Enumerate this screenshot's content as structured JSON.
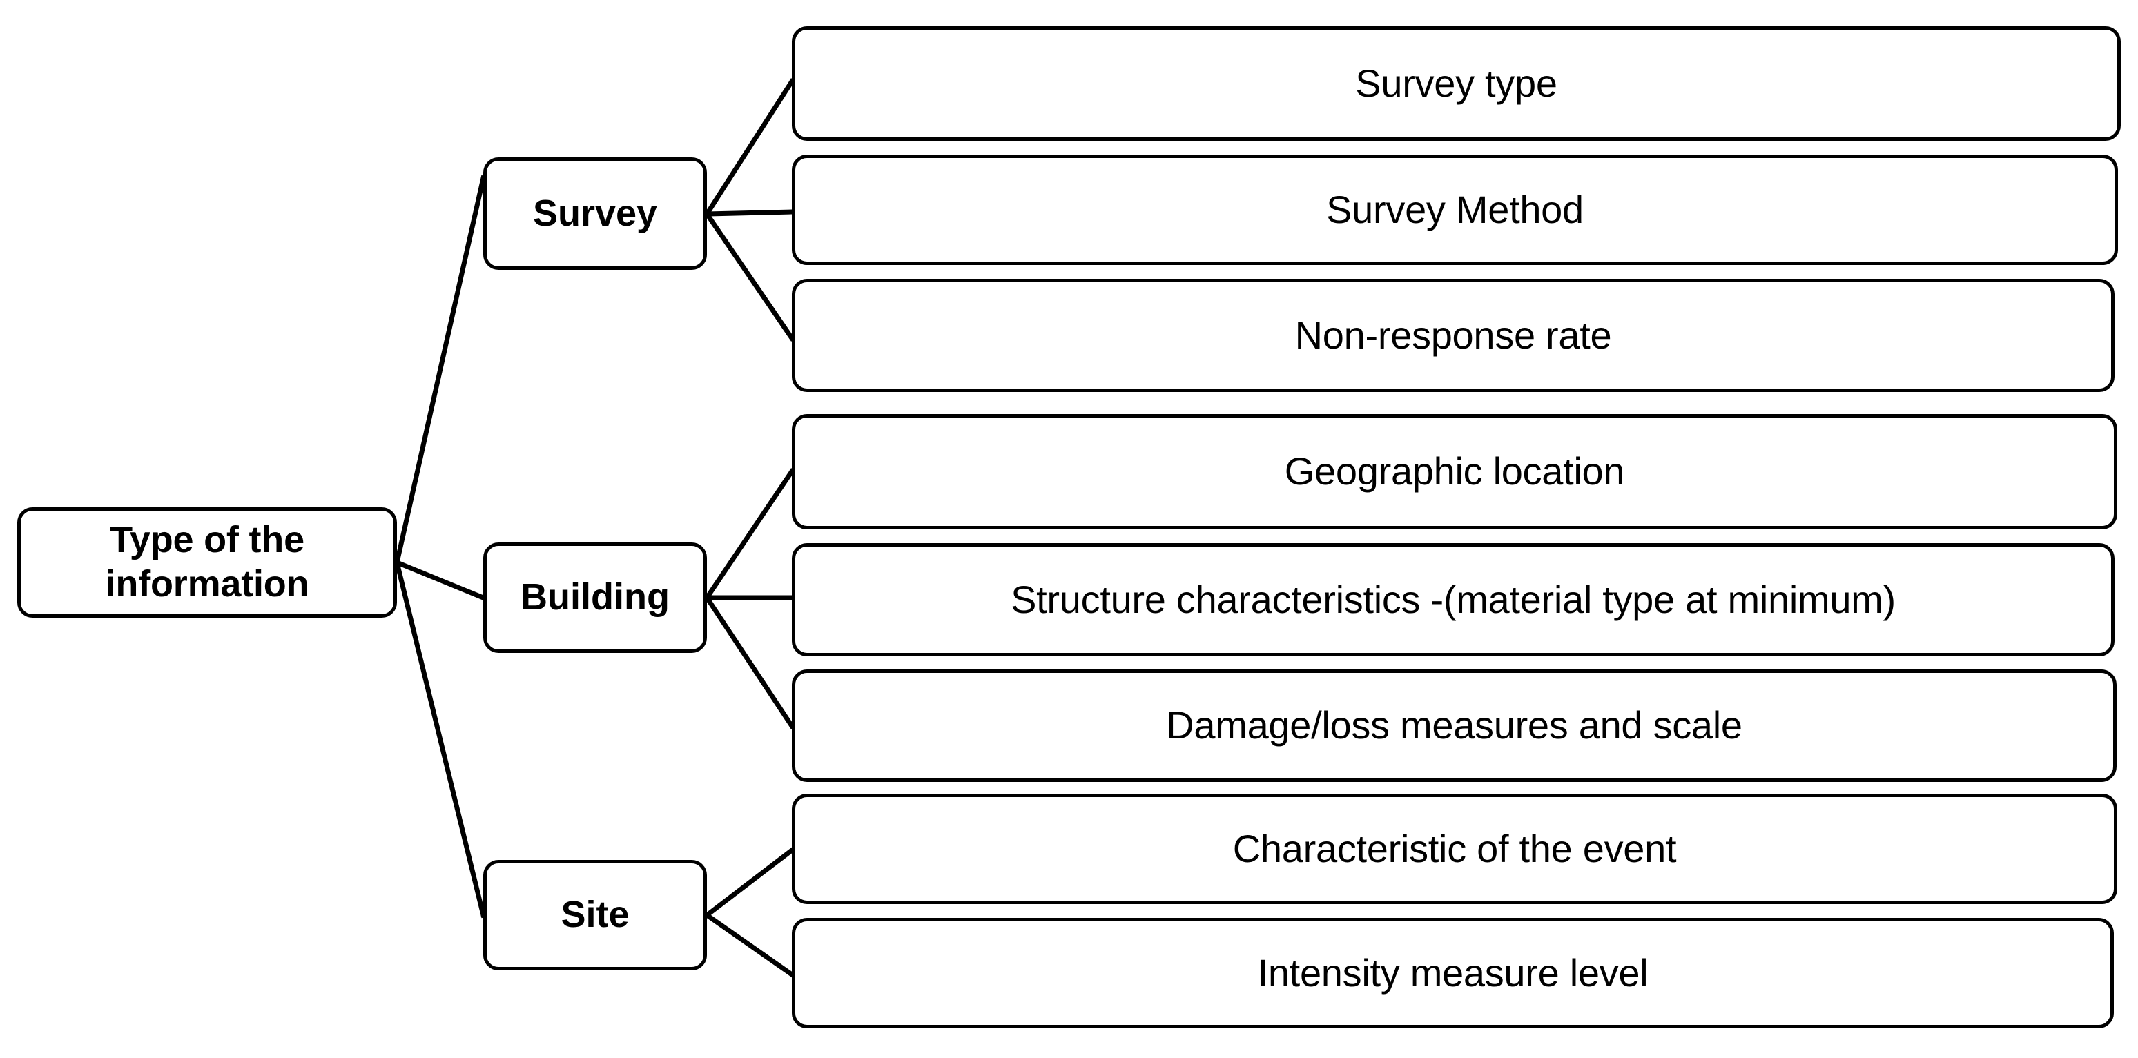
{
  "diagram": {
    "title": "Type of the information taxonomy",
    "orientation": "left-to-right tree",
    "colors": {
      "stroke": "#000000",
      "fill": "#ffffff",
      "text": "#000000"
    },
    "root": {
      "label": "Type of the\ninformation",
      "label_plain": "Type of the information"
    },
    "branches": [
      {
        "id": "survey",
        "label": "Survey",
        "leaves": [
          {
            "id": "survey-type",
            "label": "Survey type"
          },
          {
            "id": "survey-method",
            "label": "Survey Method"
          },
          {
            "id": "non-response-rate",
            "label": "Non-response rate"
          }
        ]
      },
      {
        "id": "building",
        "label": "Building",
        "leaves": [
          {
            "id": "geographic-location",
            "label": "Geographic location"
          },
          {
            "id": "structure-characteristics",
            "label": "Structure characteristics -(material type at minimum)"
          },
          {
            "id": "damage-loss-measures",
            "label": "Damage/loss measures and scale"
          }
        ]
      },
      {
        "id": "site",
        "label": "Site",
        "leaves": [
          {
            "id": "characteristic-of-event",
            "label": "Characteristic of the event"
          },
          {
            "id": "intensity-measure-level",
            "label": "Intensity measure  level"
          }
        ]
      }
    ]
  }
}
